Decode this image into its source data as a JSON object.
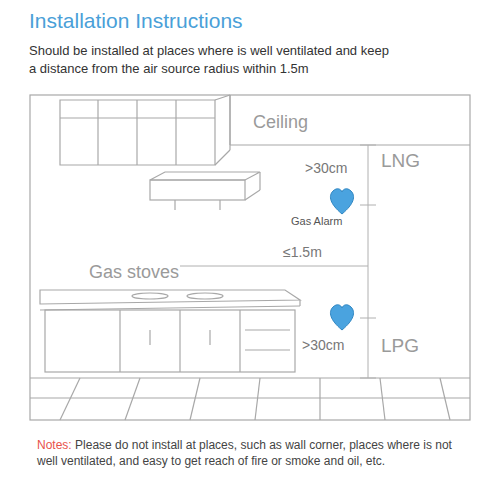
{
  "diagram": {
    "title": "Installation Instructions",
    "labels": [
      "Should be installed at places where is well ventilated and keep a distance from the air source radius within 1.5m",
      "Ceiling",
      ">30cm",
      "LNG",
      "Gas Alarm",
      "≤1.5m",
      "Gas stoves",
      ">30cm",
      "LPG",
      "Notes:",
      "Please do not install at places, such as wall corner, places where is not well ventilated, and easy to get reach of fire or smoke and oil, etc."
    ]
  }
}
